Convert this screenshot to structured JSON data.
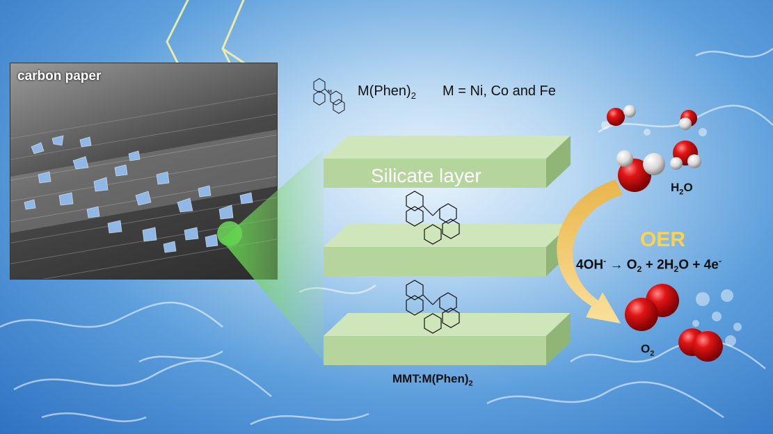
{
  "panel": {
    "title": "carbon paper"
  },
  "complex": {
    "formula_main": "M(Phen)",
    "formula_sub": "2",
    "metals": "M = Ni, Co and Fe"
  },
  "layers": {
    "top_label": "Silicate layer",
    "material_main": "MMT:M(Phen)",
    "material_sub": "2"
  },
  "oer": {
    "title": "OER",
    "reactant_main": "4OH",
    "reactant_sup": "-",
    "arrow": "→",
    "o2_main": "O",
    "o2_sub": "2",
    "plus1": "+ 2H",
    "water_sub": "2",
    "water_tail": "O + 4e",
    "electron_sup": "-"
  },
  "molecules": {
    "water_main": "H",
    "water_sub": "2",
    "water_tail": "O",
    "oxygen_main": "O",
    "oxygen_sub": "2"
  },
  "colors": {
    "water_blue": "#4b8fd6",
    "layer_green": "#b5d59c",
    "oxygen_red": "#d81010",
    "oer_yellow": "#ffd24a",
    "arrow_yellow": "#f3c96a"
  },
  "icons": [
    "lightning-icon",
    "phenanthroline-structure-icon",
    "reaction-arrow-icon"
  ]
}
